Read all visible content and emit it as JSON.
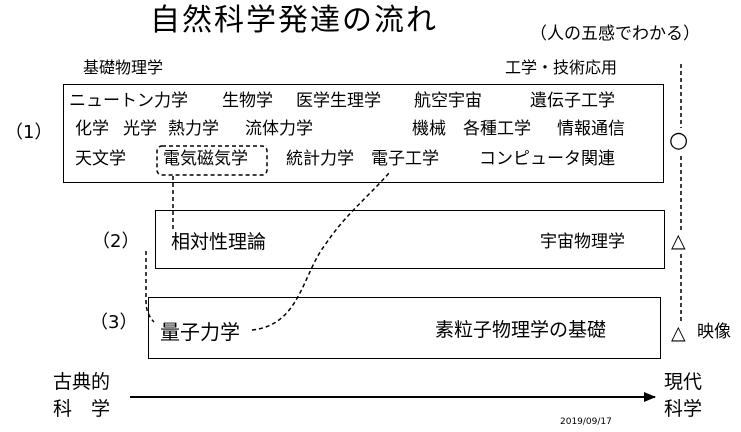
{
  "title": "自然科学発達の流れ",
  "senses_note": "（人の五感でわかる）",
  "header_left": "基礎物理学",
  "header_right": "工学・技術応用",
  "row1": {
    "label": "（1）",
    "line1": [
      "ニュートン力学",
      "生物学",
      "医学生理学",
      "航空宇宙",
      "遺伝子工学"
    ],
    "line2": [
      "化学",
      "光学",
      "熱力学",
      "流体力学",
      "機械",
      "各種工学",
      "情報通信"
    ],
    "line3": [
      "天文学",
      "電気磁気学",
      "統計力学",
      "電子工学",
      "コンピュータ関連"
    ],
    "mark": "○"
  },
  "row2": {
    "label": "（2）",
    "left": "相対性理論",
    "right": "宇宙物理学",
    "mark": "△"
  },
  "row3": {
    "label": "（3）",
    "left": "量子力学",
    "right": "素粒子物理学の基礎",
    "mark": "△",
    "mark_note": "映像"
  },
  "bottom": {
    "left_line1": "古典的",
    "left_line2": "科　学",
    "right_line1": "現代",
    "right_line2": "科学"
  },
  "date": "2019/09/17"
}
